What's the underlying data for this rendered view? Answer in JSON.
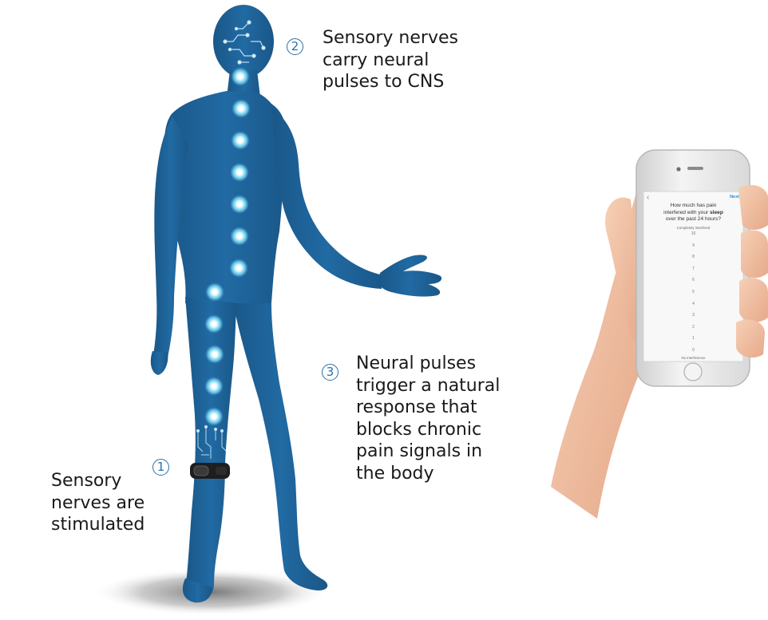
{
  "callouts": {
    "step1": {
      "number": "1",
      "lines": [
        "Sensory",
        "nerves are",
        "stimulated"
      ]
    },
    "step2": {
      "number": "2",
      "lines": [
        "Sensory nerves",
        "carry neural",
        "pulses to CNS"
      ]
    },
    "step3": {
      "number": "3",
      "lines": [
        "Neural pulses",
        "trigger a natural",
        "response that",
        "blocks chronic",
        "pain signals in",
        "the body"
      ]
    }
  },
  "phone_screen": {
    "back_icon": "chevron-left-icon",
    "next_label": "Next",
    "question_line1": "How much has pain",
    "question_line2_prefix": "interfered with your ",
    "question_line2_bold": "sleep",
    "question_line3": "over the past 24 hours?",
    "top_label": "Completely interfered",
    "scale": [
      "10",
      "9",
      "8",
      "7",
      "6",
      "5",
      "4",
      "3",
      "2",
      "1",
      "0"
    ],
    "bottom_label": "No interference"
  },
  "colors": {
    "body_silhouette": "#1e5f96",
    "nerve_glow": "#7fe3ff",
    "callout_number": "#2b6fa8",
    "skin": "#f2c1a3",
    "phone_frame": "#e8e8e8"
  }
}
